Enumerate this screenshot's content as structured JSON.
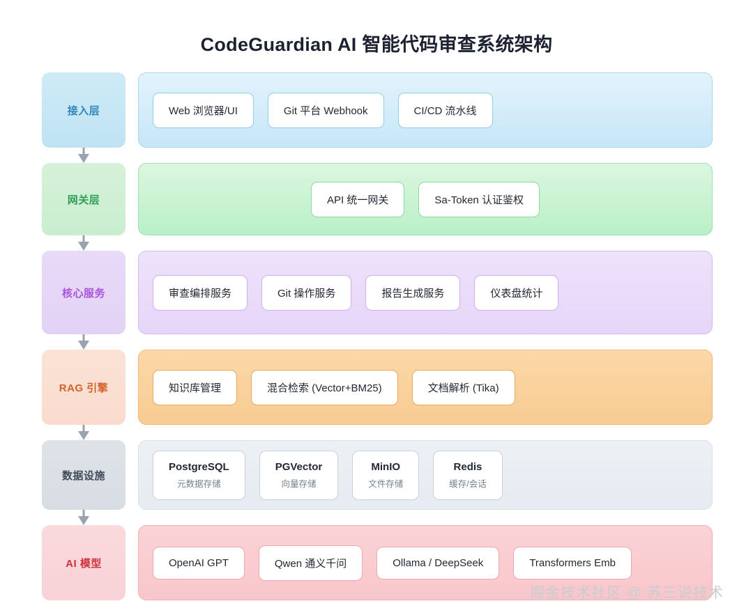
{
  "title": "CodeGuardian AI 智能代码审查系统架构",
  "watermark": "掘金技术社区 @ 苏三说技术",
  "colors": {
    "access": "#2f86b8",
    "gateway": "#2f9e57",
    "core": "#a855d8",
    "rag": "#d4622a",
    "data": "#414a56",
    "ai": "#d0313e",
    "arrow": "#9aa3ad",
    "title": "#1c2230",
    "watermark": "#c9ccd1"
  },
  "layers": [
    {
      "key": "access",
      "label": "接入层",
      "align": "left",
      "nodes": [
        {
          "main": "Web 浏览器/UI"
        },
        {
          "main": "Git 平台 Webhook"
        },
        {
          "main": "CI/CD 流水线"
        }
      ]
    },
    {
      "key": "gateway",
      "label": "网关层",
      "align": "center",
      "nodes": [
        {
          "main": "API 统一网关"
        },
        {
          "main": "Sa-Token 认证鉴权"
        }
      ]
    },
    {
      "key": "core",
      "label": "核心服务",
      "align": "left",
      "nodes": [
        {
          "main": "审查编排服务"
        },
        {
          "main": "Git 操作服务"
        },
        {
          "main": "报告生成服务"
        },
        {
          "main": "仪表盘统计"
        }
      ]
    },
    {
      "key": "rag",
      "label": "RAG 引擎",
      "align": "left",
      "nodes": [
        {
          "main": "知识库管理"
        },
        {
          "main": "混合检索 (Vector+BM25)"
        },
        {
          "main": "文档解析 (Tika)"
        }
      ]
    },
    {
      "key": "data",
      "label": "数据设施",
      "align": "left",
      "nodes": [
        {
          "main": "PostgreSQL",
          "sub": "元数据存储"
        },
        {
          "main": "PGVector",
          "sub": "向量存储"
        },
        {
          "main": "MinIO",
          "sub": "文件存储"
        },
        {
          "main": "Redis",
          "sub": "缓存/会话"
        }
      ]
    },
    {
      "key": "ai",
      "label": "AI 模型",
      "align": "left",
      "nodes": [
        {
          "main": "OpenAI GPT"
        },
        {
          "main": "Qwen 通义千问"
        },
        {
          "main": "Ollama / DeepSeek"
        },
        {
          "main": "Transformers Emb"
        }
      ]
    }
  ]
}
